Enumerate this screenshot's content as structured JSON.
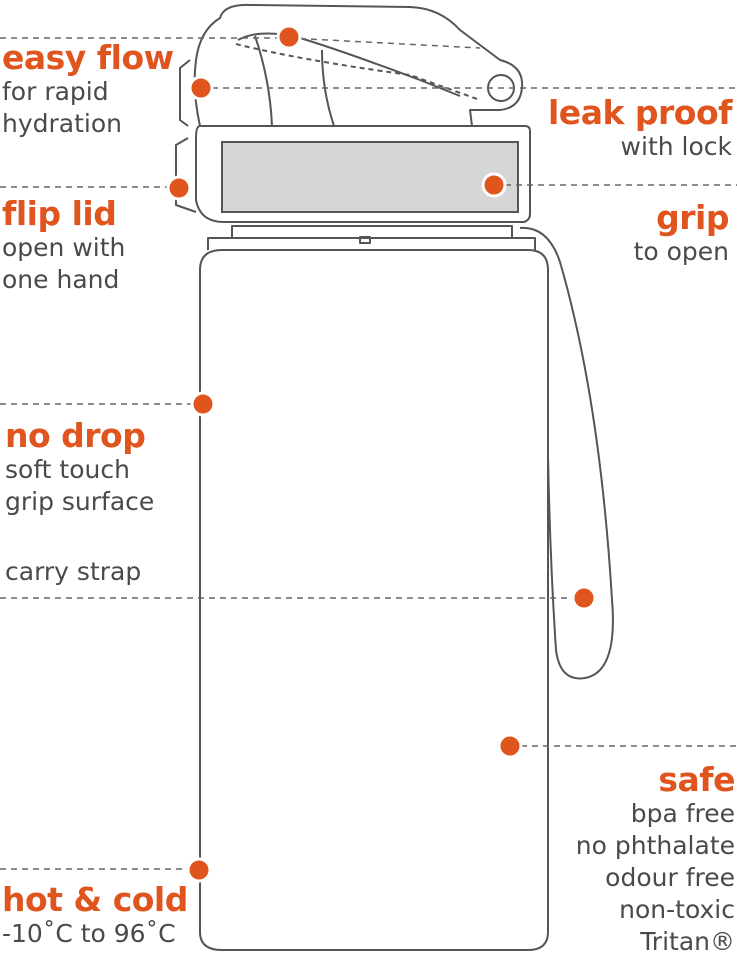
{
  "colors": {
    "accent": "#e0541e",
    "text": "#4a4a4a",
    "outline": "#555555",
    "grip_fill": "#d6d6d6",
    "dash": "#666666"
  },
  "features": [
    {
      "id": "easy-flow",
      "title": "easy flow",
      "lines": [
        "for rapid",
        "hydration"
      ]
    },
    {
      "id": "leak-proof",
      "title": "leak proof",
      "lines": [
        "with lock"
      ]
    },
    {
      "id": "flip-lid",
      "title": "flip lid",
      "lines": [
        "open with",
        "one hand"
      ]
    },
    {
      "id": "grip",
      "title": "grip",
      "lines": [
        "to open"
      ]
    },
    {
      "id": "no-drop",
      "title": "no drop",
      "lines": [
        "soft touch",
        "grip surface"
      ]
    },
    {
      "id": "carry-strap",
      "title": "",
      "lines": [
        "carry strap"
      ]
    },
    {
      "id": "safe",
      "title": "safe",
      "lines": [
        "bpa free",
        "no phthalate",
        "odour free",
        "non-toxic",
        "Tritan®"
      ]
    },
    {
      "id": "hot-cold",
      "title": "hot & cold",
      "lines": [
        "-10˚C to 96˚C"
      ]
    }
  ]
}
